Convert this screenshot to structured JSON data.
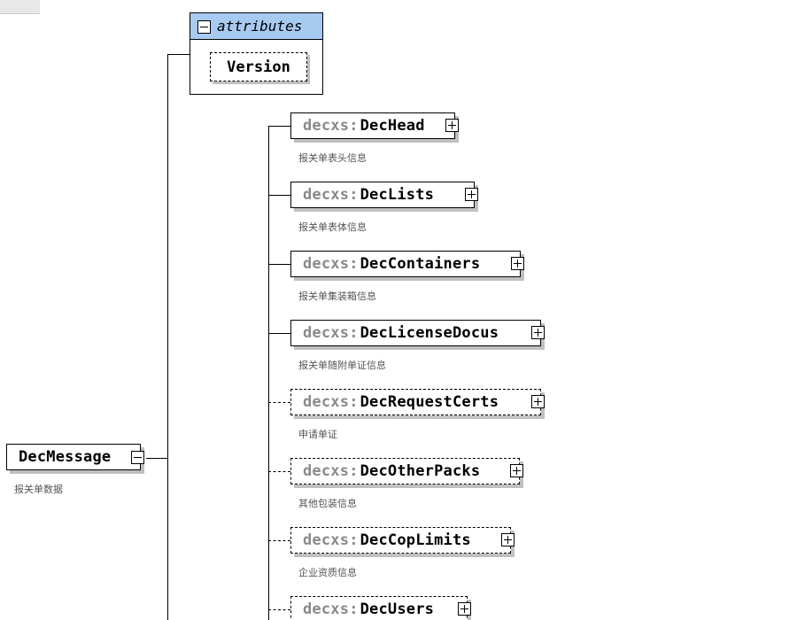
{
  "root": {
    "name": "DecMessage",
    "doc": "报关单数据"
  },
  "attributes": {
    "label": "attributes",
    "items": [
      "Version"
    ]
  },
  "children": [
    {
      "prefix": "decxs",
      "name": "DecHead",
      "doc": "报关单表头信息",
      "optional": false
    },
    {
      "prefix": "decxs",
      "name": "DecLists",
      "doc": "报关单表体信息",
      "optional": false
    },
    {
      "prefix": "decxs",
      "name": "DecContainers",
      "doc": "报关单集装箱信息",
      "optional": false
    },
    {
      "prefix": "decxs",
      "name": "DecLicenseDocus",
      "doc": "报关单随附单证信息",
      "optional": false
    },
    {
      "prefix": "decxs",
      "name": "DecRequestCerts",
      "doc": "申请单证",
      "optional": true
    },
    {
      "prefix": "decxs",
      "name": "DecOtherPacks",
      "doc": "其他包装信息",
      "optional": true
    },
    {
      "prefix": "decxs",
      "name": "DecCopLimits",
      "doc": "企业资质信息",
      "optional": true
    },
    {
      "prefix": "decxs",
      "name": "DecUsers",
      "doc": "",
      "optional": true
    }
  ],
  "icons": {
    "collapse": "minus-square-icon",
    "expand": "plus-square-icon"
  },
  "colors": {
    "attributes_header": "#a6caf0",
    "prefix_text": "#8a8a8a",
    "shadow": "#c0c0c0"
  }
}
